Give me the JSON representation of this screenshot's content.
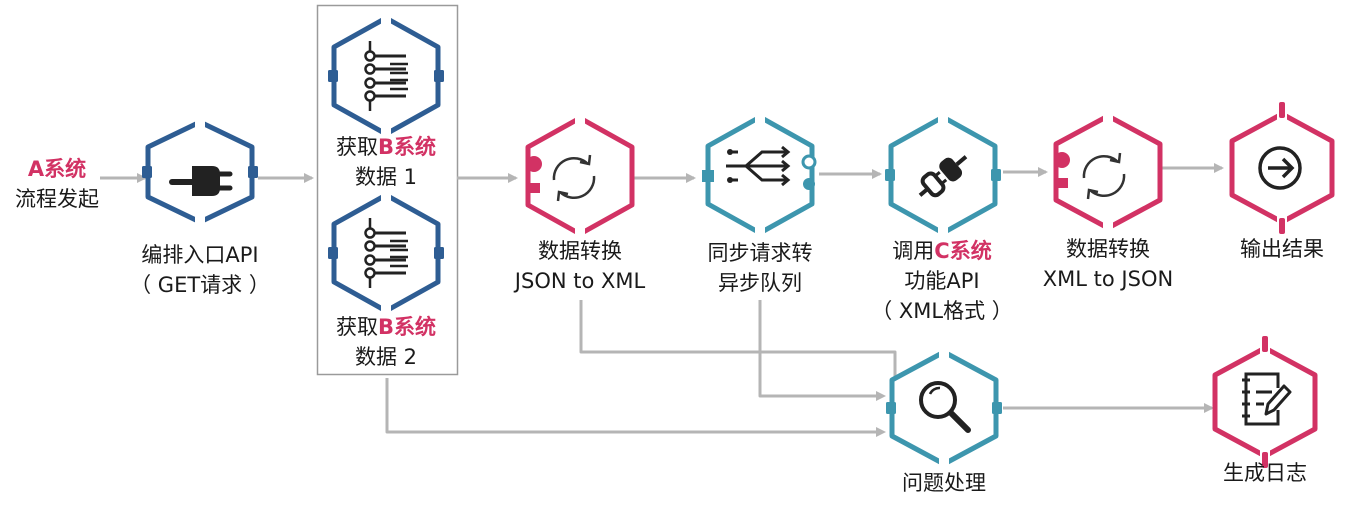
{
  "colors": {
    "blue": "#2e5d93",
    "pink": "#d23264",
    "teal": "#3d96ae",
    "connector": "#b5b5b5",
    "group_border": "#9a9a9a"
  },
  "start": {
    "system": "A系统",
    "text": "流程发起"
  },
  "nodes": [
    {
      "id": "api-entry",
      "icon": "plug-icon",
      "lines": [
        "编排入口API",
        "（ GET请求 ）"
      ]
    },
    {
      "id": "fetch-b-1",
      "icon": "list-icon",
      "prefix": "获取",
      "system": "B系统",
      "line2": "数据 1"
    },
    {
      "id": "fetch-b-2",
      "icon": "list-icon",
      "prefix": "获取",
      "system": "B系统",
      "line2": "数据 2"
    },
    {
      "id": "convert-json-xml",
      "icon": "refresh-icon",
      "lines": [
        "数据转换",
        "JSON to XML"
      ]
    },
    {
      "id": "sync-to-async",
      "icon": "split-arrows-icon",
      "lines": [
        "同步请求转",
        "异步队列"
      ]
    },
    {
      "id": "call-c-api",
      "icon": "plug-connect-icon",
      "prefix": "调用",
      "system": "C系统",
      "lines": [
        "功能API",
        "（ XML格式 ）"
      ]
    },
    {
      "id": "convert-xml-json",
      "icon": "refresh-icon",
      "lines": [
        "数据转换",
        "XML to JSON"
      ]
    },
    {
      "id": "output-result",
      "icon": "arrow-circle-icon",
      "lines": [
        "输出结果"
      ]
    },
    {
      "id": "issue-handling",
      "icon": "magnifier-icon",
      "lines": [
        "问题处理"
      ]
    },
    {
      "id": "generate-log",
      "icon": "edit-log-icon",
      "lines": [
        "生成日志"
      ]
    }
  ]
}
